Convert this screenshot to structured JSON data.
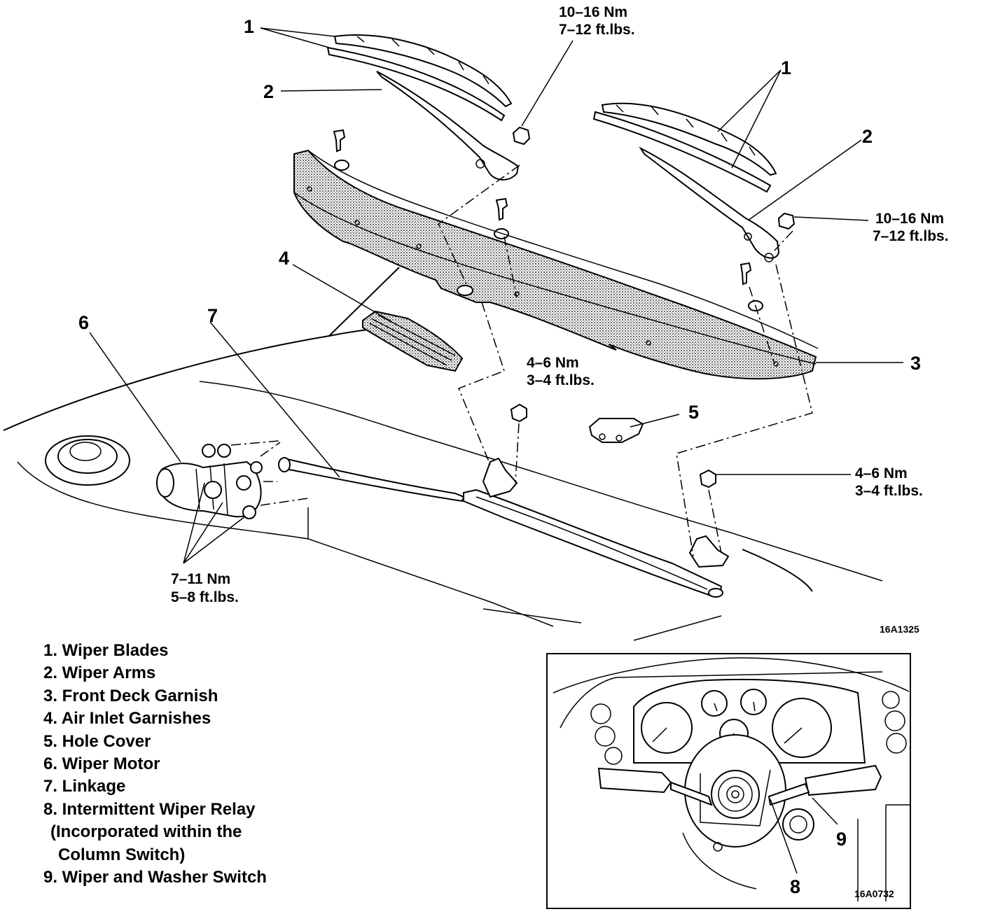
{
  "callouts": {
    "n1a": "1",
    "n1b": "1",
    "n2a": "2",
    "n2b": "2",
    "n3": "3",
    "n4": "4",
    "n5": "5",
    "n6": "6",
    "n7": "7",
    "n8": "8",
    "n9": "9"
  },
  "torque": {
    "arm_left": {
      "nm": "10–16 Nm",
      "ft": "7–12 ft.lbs."
    },
    "arm_right": {
      "nm": "10–16 Nm",
      "ft": "7–12 ft.lbs."
    },
    "link_left": {
      "nm": "4–6 Nm",
      "ft": "3–4 ft.lbs."
    },
    "link_right": {
      "nm": "4–6 Nm",
      "ft": "3–4 ft.lbs."
    },
    "motor": {
      "nm": "7–11 Nm",
      "ft": "5–8 ft.lbs."
    }
  },
  "codes": {
    "main": "16A1325",
    "inset": "16A0732"
  },
  "legend": [
    "1. Wiper Blades",
    "2. Wiper Arms",
    "3. Front Deck Garnish",
    "4. Air Inlet Garnishes",
    "5. Hole Cover",
    "6. Wiper Motor",
    "7. Linkage",
    "8. Intermittent Wiper Relay",
    "(Incorporated within the",
    "Column Switch)",
    "9. Wiper and Washer Switch"
  ]
}
